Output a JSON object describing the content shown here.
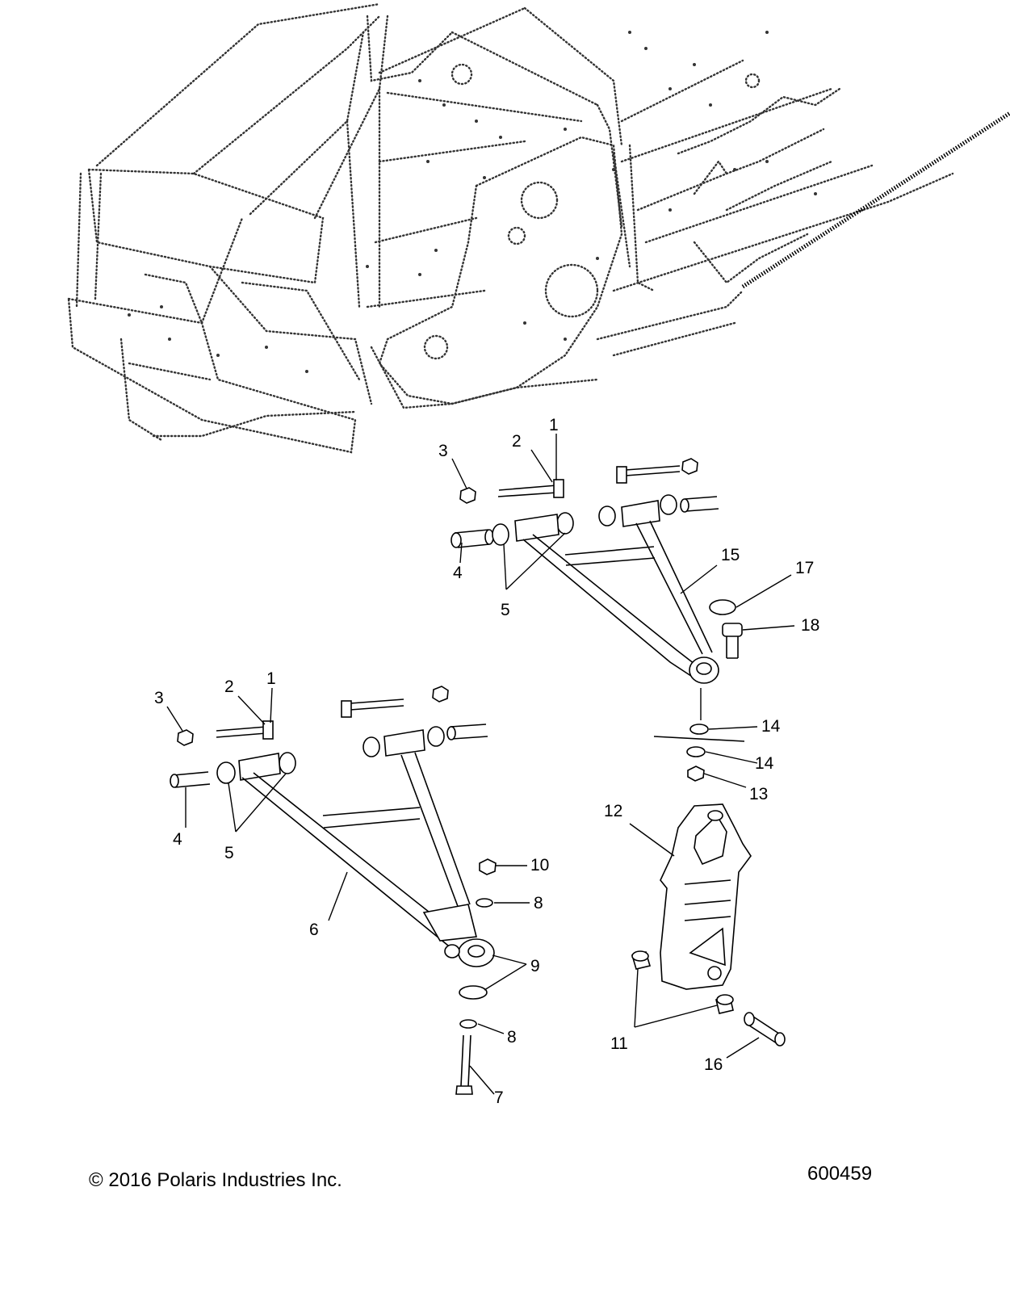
{
  "footer": {
    "copyright": "© 2016 Polaris Industries Inc.",
    "drawing_number": "600459"
  },
  "callouts": [
    {
      "id": "c1a",
      "label": "1"
    },
    {
      "id": "c2a",
      "label": "2"
    },
    {
      "id": "c3a",
      "label": "3"
    },
    {
      "id": "c4a",
      "label": "4"
    },
    {
      "id": "c5a",
      "label": "5"
    },
    {
      "id": "c15",
      "label": "15"
    },
    {
      "id": "c17",
      "label": "17"
    },
    {
      "id": "c18",
      "label": "18"
    },
    {
      "id": "c14a",
      "label": "14"
    },
    {
      "id": "c14b",
      "label": "14"
    },
    {
      "id": "c13",
      "label": "13"
    },
    {
      "id": "c12",
      "label": "12"
    },
    {
      "id": "c1b",
      "label": "1"
    },
    {
      "id": "c2b",
      "label": "2"
    },
    {
      "id": "c3b",
      "label": "3"
    },
    {
      "id": "c4b",
      "label": "4"
    },
    {
      "id": "c5b",
      "label": "5"
    },
    {
      "id": "c6",
      "label": "6"
    },
    {
      "id": "c10",
      "label": "10"
    },
    {
      "id": "c8a",
      "label": "8"
    },
    {
      "id": "c9",
      "label": "9"
    },
    {
      "id": "c8b",
      "label": "8"
    },
    {
      "id": "c7",
      "label": "7"
    },
    {
      "id": "c11",
      "label": "11"
    },
    {
      "id": "c16",
      "label": "16"
    }
  ]
}
